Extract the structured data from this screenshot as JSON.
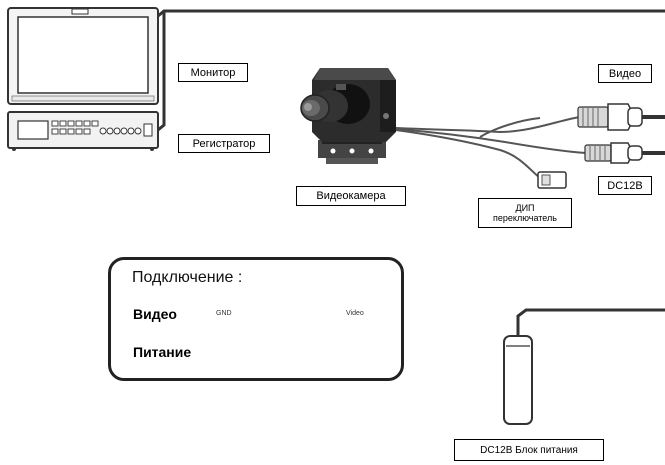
{
  "labels": {
    "monitor": "Монитор",
    "recorder": "Регистратор",
    "camera": "Видеокамера",
    "video": "Видео",
    "dc12v": "DC12В",
    "dip_line1": "ДИП",
    "dip_line2": "переключатель",
    "power_supply": "DC12В Блок питания"
  },
  "connection": {
    "title": "Подключение :",
    "video_label": "Видео",
    "power_label": "Питание",
    "gnd": "GND",
    "video_pin": "Video"
  }
}
